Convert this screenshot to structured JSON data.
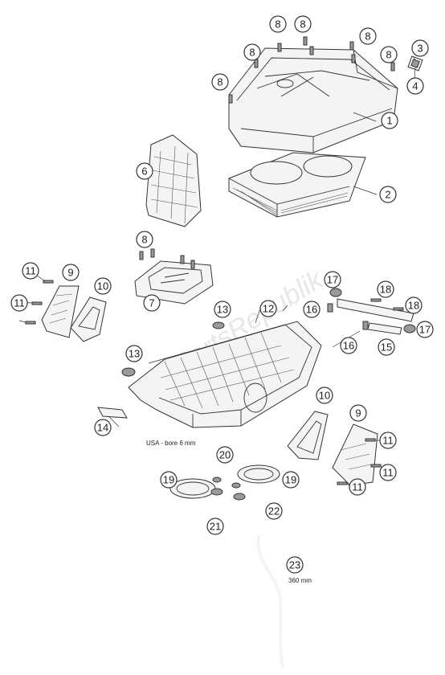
{
  "watermark": "PartsRepublik",
  "notes": [
    {
      "id": "note-usa-bore",
      "text": "USA - bore  6 mm"
    },
    {
      "id": "note-hose-length",
      "text": "360 mm"
    }
  ],
  "callouts": [
    {
      "id": "c1",
      "label": "1"
    },
    {
      "id": "c2",
      "label": "2"
    },
    {
      "id": "c3",
      "label": "3"
    },
    {
      "id": "c4",
      "label": "4"
    },
    {
      "id": "c5",
      "label": "6"
    },
    {
      "id": "c6",
      "label": "7"
    },
    {
      "id": "c7",
      "label": "8"
    },
    {
      "id": "c8",
      "label": "8"
    },
    {
      "id": "c9",
      "label": "8"
    },
    {
      "id": "c10",
      "label": "8"
    },
    {
      "id": "c11",
      "label": "8"
    },
    {
      "id": "c12",
      "label": "8"
    },
    {
      "id": "c13",
      "label": "8"
    },
    {
      "id": "c14",
      "label": "9"
    },
    {
      "id": "c15",
      "label": "9"
    },
    {
      "id": "c16",
      "label": "10"
    },
    {
      "id": "c17",
      "label": "10"
    },
    {
      "id": "c18",
      "label": "11"
    },
    {
      "id": "c19",
      "label": "11"
    },
    {
      "id": "c20",
      "label": "11"
    },
    {
      "id": "c21",
      "label": "11"
    },
    {
      "id": "c22",
      "label": "11"
    },
    {
      "id": "c23",
      "label": "12"
    },
    {
      "id": "c24",
      "label": "13"
    },
    {
      "id": "c25",
      "label": "13"
    },
    {
      "id": "c26",
      "label": "14"
    },
    {
      "id": "c27",
      "label": "15"
    },
    {
      "id": "c28",
      "label": "16"
    },
    {
      "id": "c29",
      "label": "16"
    },
    {
      "id": "c30",
      "label": "17"
    },
    {
      "id": "c31",
      "label": "17"
    },
    {
      "id": "c32",
      "label": "18"
    },
    {
      "id": "c33",
      "label": "18"
    },
    {
      "id": "c34",
      "label": "19"
    },
    {
      "id": "c35",
      "label": "19"
    },
    {
      "id": "c36",
      "label": "20"
    },
    {
      "id": "c37",
      "label": "21"
    },
    {
      "id": "c38",
      "label": "22"
    },
    {
      "id": "c39",
      "label": "23"
    }
  ]
}
